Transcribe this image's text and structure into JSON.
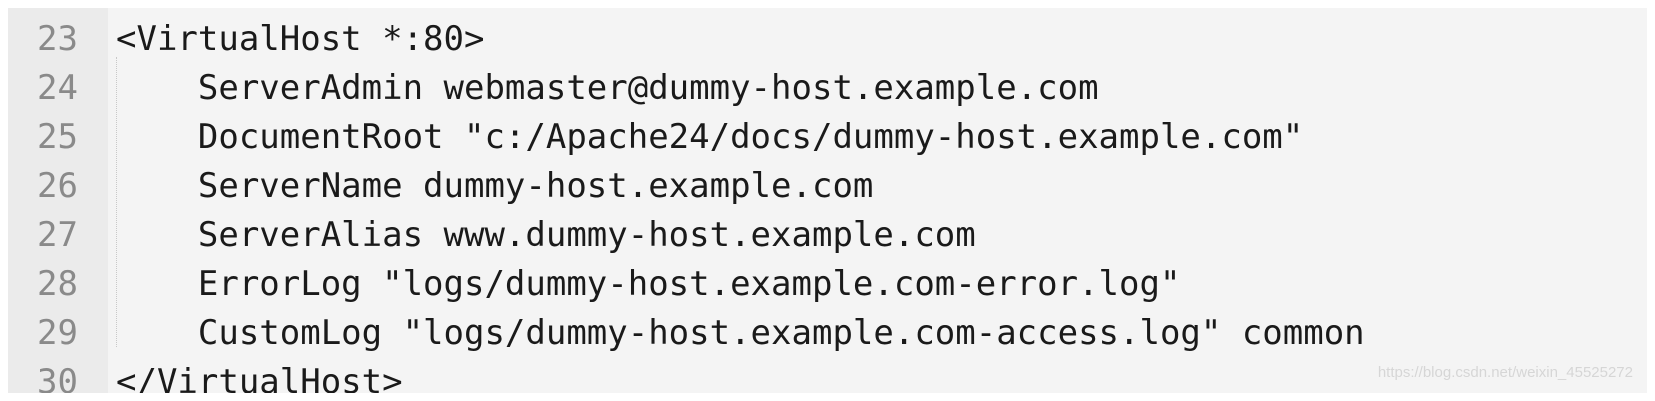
{
  "editor": {
    "lines": [
      {
        "number": "23",
        "text": "<VirtualHost *:80>"
      },
      {
        "number": "24",
        "text": "    ServerAdmin webmaster@dummy-host.example.com"
      },
      {
        "number": "25",
        "text": "    DocumentRoot \"c:/Apache24/docs/dummy-host.example.com\""
      },
      {
        "number": "26",
        "text": "    ServerName dummy-host.example.com"
      },
      {
        "number": "27",
        "text": "    ServerAlias www.dummy-host.example.com"
      },
      {
        "number": "28",
        "text": "    ErrorLog \"logs/dummy-host.example.com-error.log\""
      },
      {
        "number": "29",
        "text": "    CustomLog \"logs/dummy-host.example.com-access.log\" common"
      },
      {
        "number": "30",
        "text": "</VirtualHost>"
      }
    ]
  },
  "watermark": "https://blog.csdn.net/weixin_45525272",
  "colors": {
    "background": "#f4f4f4",
    "gutter": "#ebebeb",
    "line_number": "#8a8a8a",
    "code_text": "#1a1a1a"
  }
}
